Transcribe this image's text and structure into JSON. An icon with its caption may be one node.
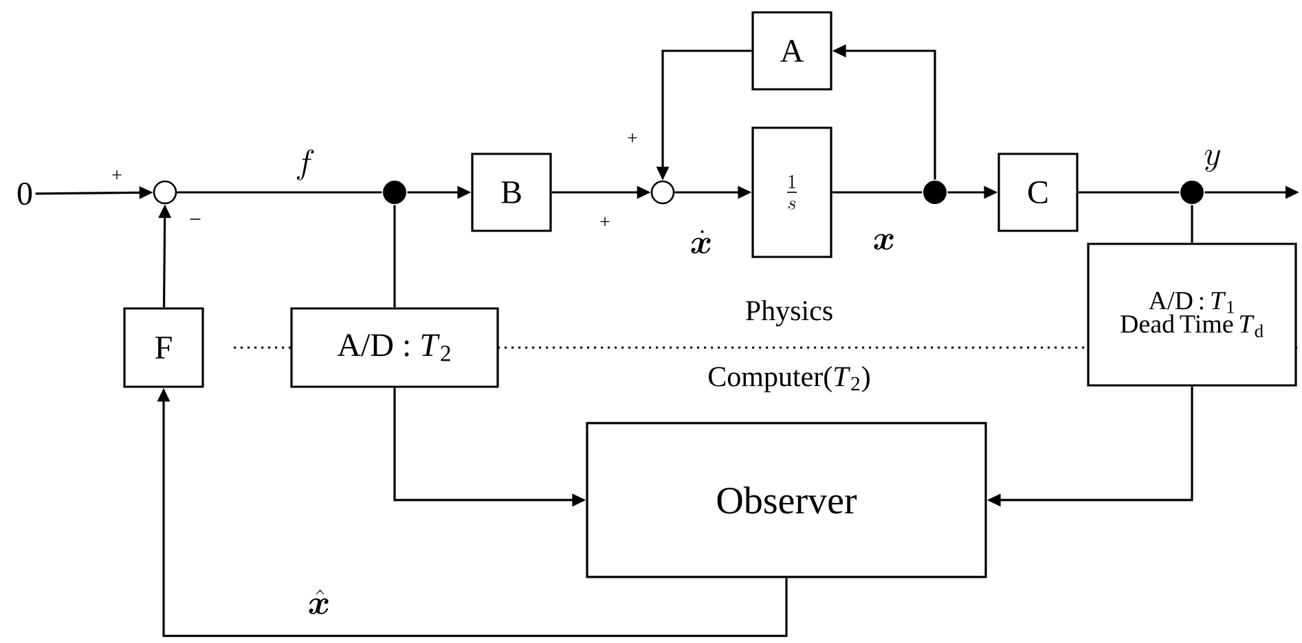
{
  "diagram": {
    "nodes": [
      {
        "text": [
          "A"
        ]
      },
      {
        "text": [
          "0"
        ]
      },
      {
        "text": [],
        "shape": "circle"
      },
      {
        "text": [],
        "shape": "dot"
      },
      {
        "text": [
          "B"
        ]
      },
      {
        "text": [],
        "shape": "circle"
      },
      {
        "text": [
          "\\frac{1}{s}"
        ]
      },
      {
        "text": [],
        "shape": "dot"
      },
      {
        "text": [
          "C"
        ]
      },
      {
        "text": [],
        "shape": "dot"
      },
      {
        "text": [
          "F"
        ]
      },
      {
        "text": [
          "A/D : *T*$_{2}$"
        ]
      },
      {
        "text": [
          "A/D : *T*$_{1}$",
          "Dead Time *T*$_{d}$"
        ]
      },
      {
        "text": [
          "Observer"
        ]
      }
    ],
    "edges": [
      {
        "from": 1,
        "to": 2,
        "arrow": "to"
      },
      {
        "from": 2,
        "to": 3,
        "arrow": "none",
        "label": "f"
      },
      {
        "from": 3,
        "to": 4,
        "arrow": "to"
      },
      {
        "from": 4,
        "to": 5,
        "arrow": "to"
      },
      {
        "from": 5,
        "to": 6,
        "arrow": "to",
        "label": "\\dot{\\bm{x}}"
      },
      {
        "from": 6,
        "to": 7,
        "arrow": "none",
        "label": "\\bm{x}"
      },
      {
        "from": 7,
        "to": 0,
        "arrow": "to"
      },
      {
        "from": 0,
        "to": 5,
        "arrow": "to"
      },
      {
        "from": 7,
        "to": 8,
        "arrow": "to"
      },
      {
        "from": 8,
        "to": 9,
        "arrow": "none"
      },
      {
        "from": 9,
        "to": null,
        "arrow": "to",
        "label": "y"
      },
      {
        "from": 9,
        "to": 12,
        "arrow": "none"
      },
      {
        "from": 3,
        "to": 11,
        "arrow": "none"
      },
      {
        "from": 11,
        "to": 13,
        "arrow": "to"
      },
      {
        "from": 12,
        "to": 13,
        "arrow": "to"
      },
      {
        "from": 13,
        "to": 10,
        "arrow": "to",
        "label": "\\hat{\\bm{x}}"
      },
      {
        "from": 10,
        "to": 2,
        "arrow": "to"
      }
    ],
    "labels": [
      "+",
      "+",
      "−",
      "+",
      "Physics",
      "Computer(*T*$_{2}$)"
    ]
  }
}
